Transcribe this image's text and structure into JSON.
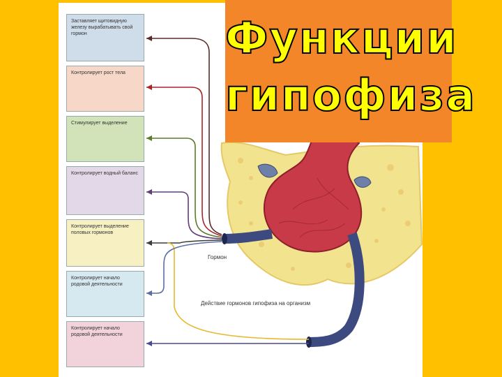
{
  "title": {
    "line1": "Функции",
    "line2": "гипофиза"
  },
  "functions": [
    {
      "text": "Заставляет щитовидную железу вырабатывать свой гормон",
      "fill": "#CFDCEA",
      "color": "#5A2A2A"
    },
    {
      "text": "Контролирует рост тела",
      "fill": "#F6D7C8",
      "color": "#A8252A"
    },
    {
      "text": "Стимулирует выделение",
      "fill": "#D3E3B9",
      "color": "#5B7A2B"
    },
    {
      "text": "Контролирует водный баланс",
      "fill": "#E3D8E8",
      "color": "#5F3D78"
    },
    {
      "text": "Контролирует выделение половых гормонов",
      "fill": "#F6F0C2",
      "color": "#E8B830"
    },
    {
      "text": "Контролирует начало родовой деятельности",
      "fill": "#D6E8F0",
      "color": "#5C6EA0"
    },
    {
      "text": "Контролирует начало родовой деятельности",
      "fill": "#F2D3DC",
      "color": "#4A4A90"
    }
  ],
  "labels": {
    "hormone": "Гормон",
    "caption": "Действие гормонов гипофиза на организм"
  },
  "colors": {
    "background": "#FFC000",
    "title_box": "#F4862A",
    "title_text": "#FFFF00",
    "gland": "#C83A48",
    "bone": "#F2E48E"
  }
}
